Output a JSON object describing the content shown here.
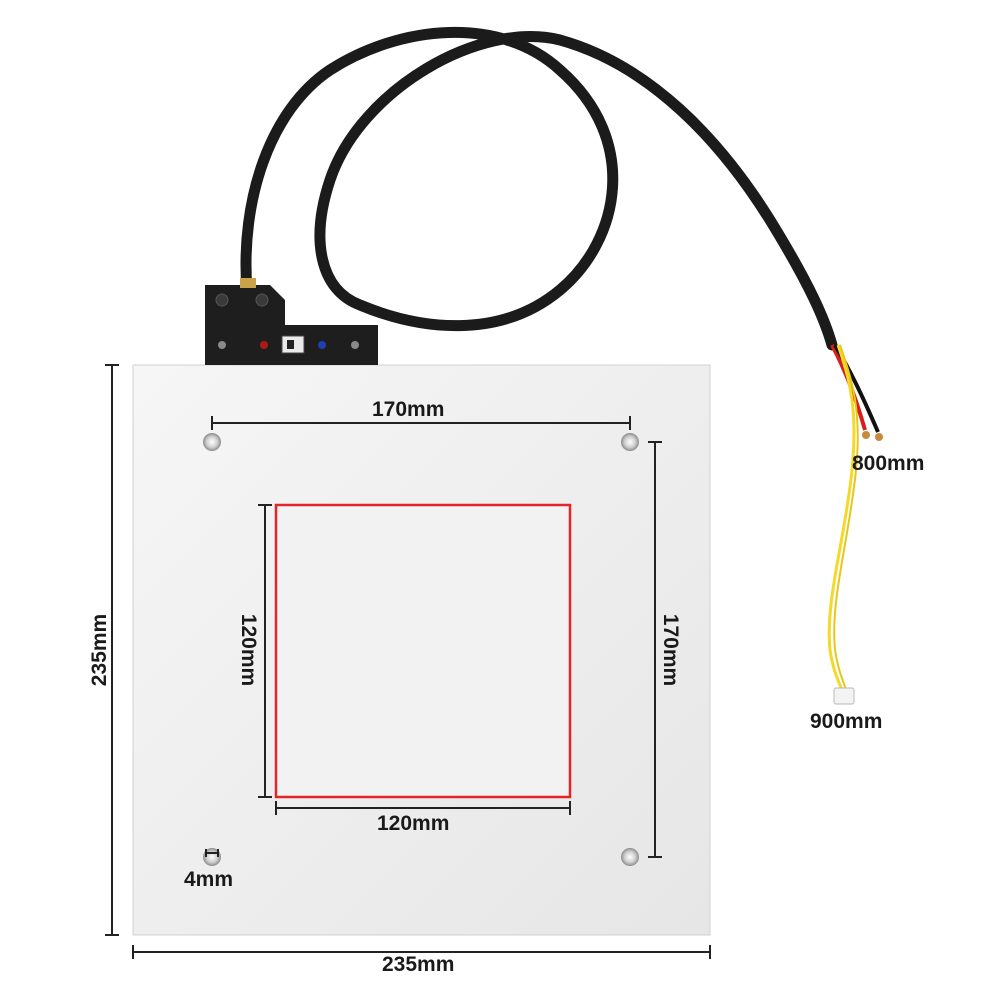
{
  "dimensions": {
    "top_hole_spacing": "170mm",
    "right_hole_spacing": "170mm",
    "heat_zone_height": "120mm",
    "heat_zone_width": "120mm",
    "hole_diameter": "4mm",
    "plate_height": "235mm",
    "plate_width": "235mm",
    "power_wire_length": "800mm",
    "thermistor_wire_length": "900mm"
  },
  "colors": {
    "plate": "#ececec",
    "heat_zone_outline": "#e0252b",
    "cable": "#1b1b1b",
    "wire_red": "#d61f1f",
    "wire_yellow": "#f2d92a",
    "led_red": "#b01818",
    "led_blue": "#1d3fb0",
    "dimension_line": "#222222"
  }
}
